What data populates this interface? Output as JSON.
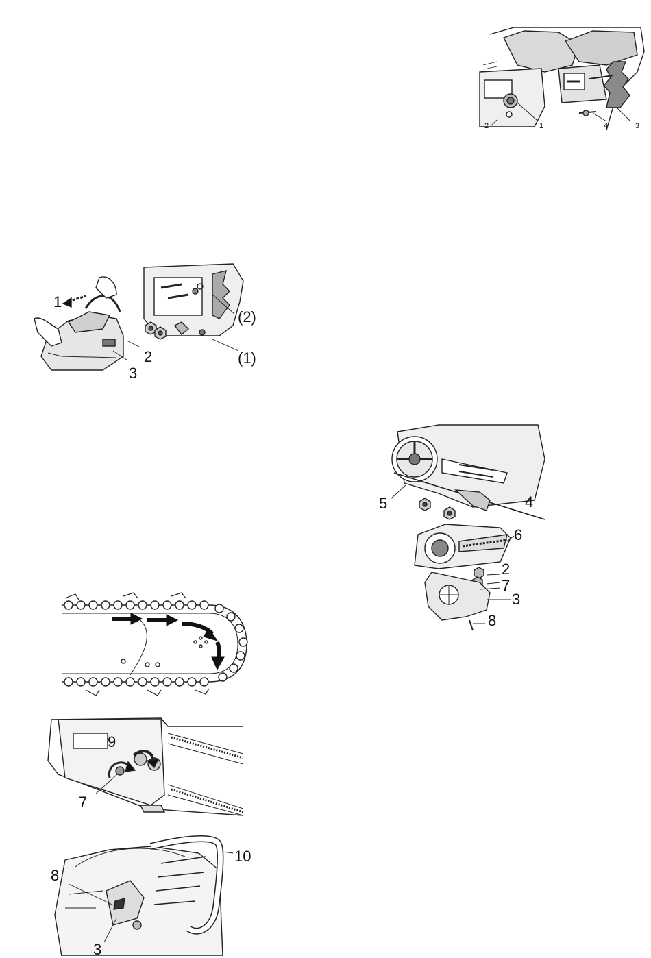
{
  "figures": {
    "top_right": {
      "callouts": [
        "1",
        "2",
        "3",
        "4"
      ]
    },
    "mid_left": {
      "callouts": [
        "1",
        "2",
        "3",
        "(1)",
        "(2)"
      ]
    },
    "mid_right": {
      "callouts": [
        "2",
        "3",
        "4",
        "5",
        "6",
        "7",
        "8"
      ]
    },
    "chain_direction": {
      "callouts": []
    },
    "tensioner": {
      "callouts": [
        "7",
        "9"
      ]
    },
    "front_handle": {
      "callouts": [
        "3",
        "8",
        "10"
      ]
    }
  }
}
